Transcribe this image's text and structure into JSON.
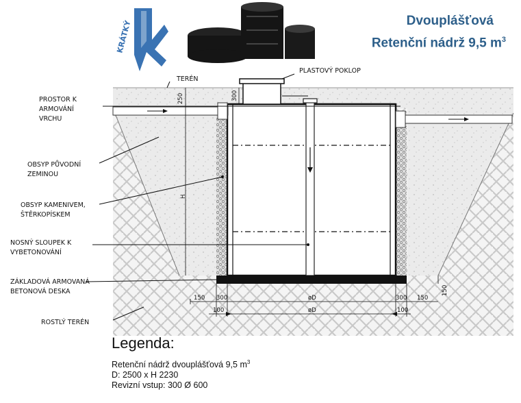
{
  "header": {
    "title_line1": "Dvouplášťová",
    "title_line2": "Retenční nádrž 9,5 m",
    "title_sup": "3",
    "logo_text": "KRÁTKÝ"
  },
  "diagram": {
    "label_teren": "TERÉN",
    "label_poklop": "PLASTOVÝ POKLOP",
    "label_prostor": [
      "PROSTOR K",
      "ARMOVÁNÍ",
      "VRCHU"
    ],
    "label_obsyp_puvodni": [
      "OBSYP PŮVODNÍ",
      "ZEMINOU"
    ],
    "label_obsyp_kamen": [
      "OBSYP KAMENIVEM,",
      "ŠTĚRKOPÍSKEM"
    ],
    "label_sloupek": [
      "NOSNÝ SLOUPEK K",
      "VYBETONOVÁNÍ"
    ],
    "label_deska": [
      "ZÁKLADOVÁ ARMOVANÁ",
      "BETONOVÁ DESKA"
    ],
    "label_rostly": "ROSTLÝ TERÉN",
    "dim_250": "250",
    "dim_300_top": "300",
    "dim_H": "H",
    "dim_150_left": "150",
    "dim_300_left": "300",
    "dim_oD_1": "øD",
    "dim_300_right": "300",
    "dim_150_right": "150",
    "dim_150_vert": "150",
    "dim_100_left": "100",
    "dim_oD_2": "øD",
    "dim_100_right": "100"
  },
  "legend": {
    "heading": "Legenda:",
    "line1": "Retenční nádrž dvouplášťová 9,5 m",
    "line1_sup": "3",
    "line2": "D: 2500 x H 2230",
    "line3": "Revizní vstup: 300 Ø 600"
  },
  "colors": {
    "title": "#2d5f8a",
    "logo_blue": "#3a73b3",
    "tank_black": "#151515"
  }
}
